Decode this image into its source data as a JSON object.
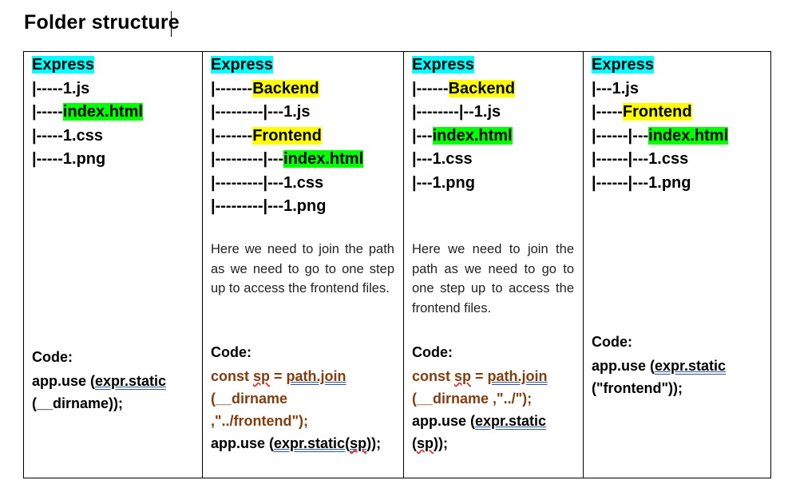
{
  "page_title": "Folder structure",
  "colors": {
    "root_highlight": "#00ffff",
    "file_highlight": "#00ff00",
    "folder_highlight": "#ffff00",
    "code_path_color": "#843c0c"
  },
  "columns": [
    {
      "tree": [
        {
          "prefix": "",
          "name": "Express"
        },
        {
          "prefix": "|-----",
          "name": "1.js"
        },
        {
          "prefix": "|-----",
          "name": "index.html"
        },
        {
          "prefix": "|-----",
          "name": "1.css"
        },
        {
          "prefix": "|-----",
          "name": "1.png"
        }
      ],
      "note": "",
      "code_heading": "Code:",
      "code_lines": [
        "app.use (expr.static",
        "(__dirname));"
      ]
    },
    {
      "tree": [
        {
          "prefix": "",
          "name": "Express"
        },
        {
          "prefix": "|-------",
          "name": "Backend"
        },
        {
          "prefix": "|---------|---",
          "name": "1.js"
        },
        {
          "prefix": "|-------",
          "name": "Frontend"
        },
        {
          "prefix": "|---------|---",
          "name": "index.html"
        },
        {
          "prefix": "|---------|---",
          "name": "1.css"
        },
        {
          "prefix": "|---------|---",
          "name": "1.png"
        }
      ],
      "note": "Here we need to join the path as we need to go to one step up to access the frontend files.",
      "code_heading": "Code:",
      "code_lines": [
        "const sp = path.join",
        "(__dirname",
        ",\"../frontend\");",
        "app.use (expr.static(sp));"
      ]
    },
    {
      "tree": [
        {
          "prefix": "",
          "name": "Express"
        },
        {
          "prefix": "|------",
          "name": "Backend"
        },
        {
          "prefix": "|--------|--",
          "name": "1.js"
        },
        {
          "prefix": "|---",
          "name": "index.html"
        },
        {
          "prefix": "|---",
          "name": "1.css"
        },
        {
          "prefix": "|---",
          "name": "1.png"
        }
      ],
      "note": "Here we need to join the path as we need to go to one step up to access the frontend files.",
      "code_heading": "Code:",
      "code_lines": [
        "const sp = path.join",
        "(__dirname ,\"../\");",
        "app.use (expr.static",
        "(sp));"
      ]
    },
    {
      "tree": [
        {
          "prefix": "",
          "name": "Express"
        },
        {
          "prefix": "|---",
          "name": "1.js"
        },
        {
          "prefix": "|-----",
          "name": "Frontend"
        },
        {
          "prefix": "|------|---",
          "name": "index.html"
        },
        {
          "prefix": "|------|---",
          "name": "1.css"
        },
        {
          "prefix": "|------|---",
          "name": "1.png"
        }
      ],
      "note": "",
      "code_heading": "Code:",
      "code_lines": [
        "app.use (expr.static",
        "(\"frontend\"));"
      ]
    }
  ]
}
